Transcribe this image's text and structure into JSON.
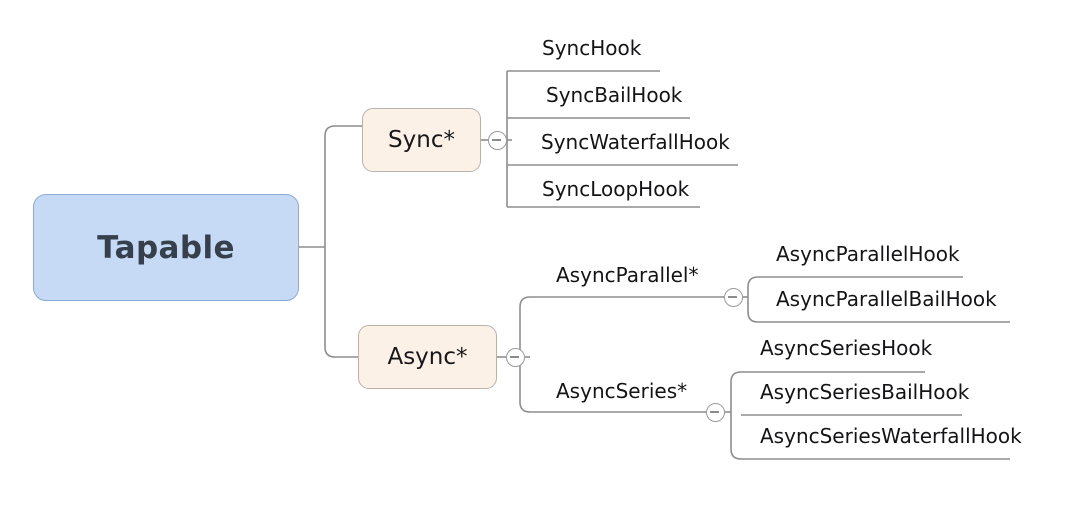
{
  "diagram": {
    "title": "Tapable hook class hierarchy mind map",
    "colors": {
      "root_fill": "#c6daf6",
      "root_stroke": "#8aaad8",
      "branch_fill": "#fbf1e7",
      "branch_stroke": "#b8b2ab",
      "edge_stroke": "#8e8e8e",
      "text": "#141416",
      "root_text": "#36404c"
    },
    "root": {
      "label": "Tapable"
    },
    "branches": [
      {
        "label": "Sync*",
        "toggle": "collapse-minus-icon",
        "children": [
          {
            "label": "SyncHook"
          },
          {
            "label": "SyncBailHook"
          },
          {
            "label": "SyncWaterfallHook"
          },
          {
            "label": "SyncLoopHook"
          }
        ]
      },
      {
        "label": "Async*",
        "toggle": "collapse-minus-icon",
        "children": [
          {
            "label": "AsyncParallel*",
            "toggle": "collapse-minus-icon",
            "children": [
              {
                "label": "AsyncParallelHook"
              },
              {
                "label": "AsyncParallelBailHook"
              }
            ]
          },
          {
            "label": "AsyncSeries*",
            "toggle": "collapse-minus-icon",
            "children": [
              {
                "label": "AsyncSeriesHook"
              },
              {
                "label": "AsyncSeriesBailHook"
              },
              {
                "label": "AsyncSeriesWaterfallHook"
              }
            ]
          }
        ]
      }
    ]
  }
}
